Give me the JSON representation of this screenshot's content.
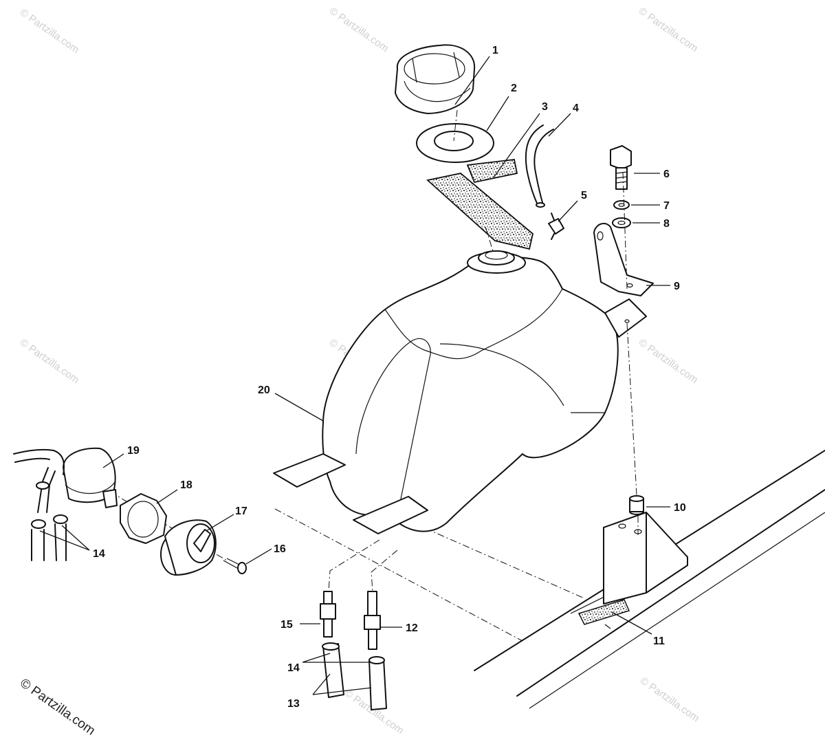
{
  "watermark": "© Partzilla.com",
  "copyright": "© Partzilla.com",
  "callouts": {
    "c1": "1",
    "c2": "2",
    "c3": "3",
    "c4": "4",
    "c5": "5",
    "c6": "6",
    "c7": "7",
    "c8": "8",
    "c9": "9",
    "c10": "10",
    "c11": "11",
    "c12": "12",
    "c13": "13",
    "c14a": "14",
    "c14b": "14",
    "c15": "15",
    "c16": "16",
    "c17": "17",
    "c18": "18",
    "c19": "19",
    "c20": "20"
  },
  "colors": {
    "line": "#111111",
    "watermark": "#cfcfcf"
  }
}
